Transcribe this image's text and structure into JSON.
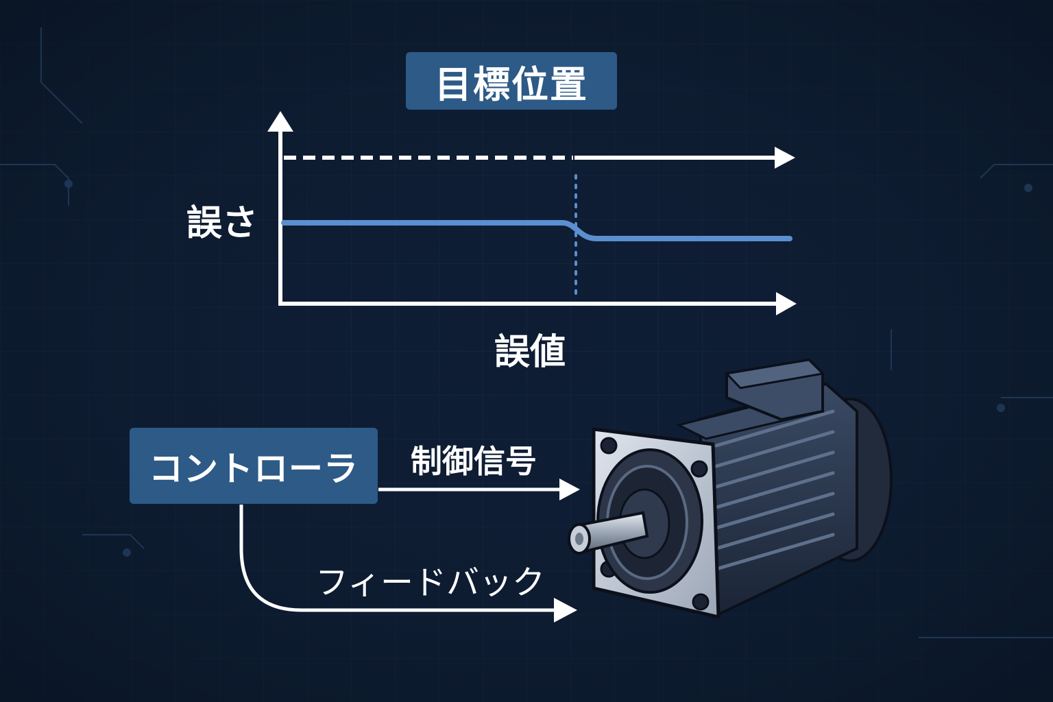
{
  "diagram": {
    "target_position_label": "目標位置",
    "y_axis_label": "誤さ",
    "x_axis_label": "誤値",
    "controller_label": "コントローラ",
    "control_signal_label": "制御信号",
    "feedback_label": "フィードバック"
  },
  "colors": {
    "background": "#0e1d33",
    "box_fill": "#2d5a86",
    "error_curve": "#5b8fd0",
    "axis": "#ffffff"
  },
  "icons": {
    "motor": "servo-motor-icon"
  }
}
